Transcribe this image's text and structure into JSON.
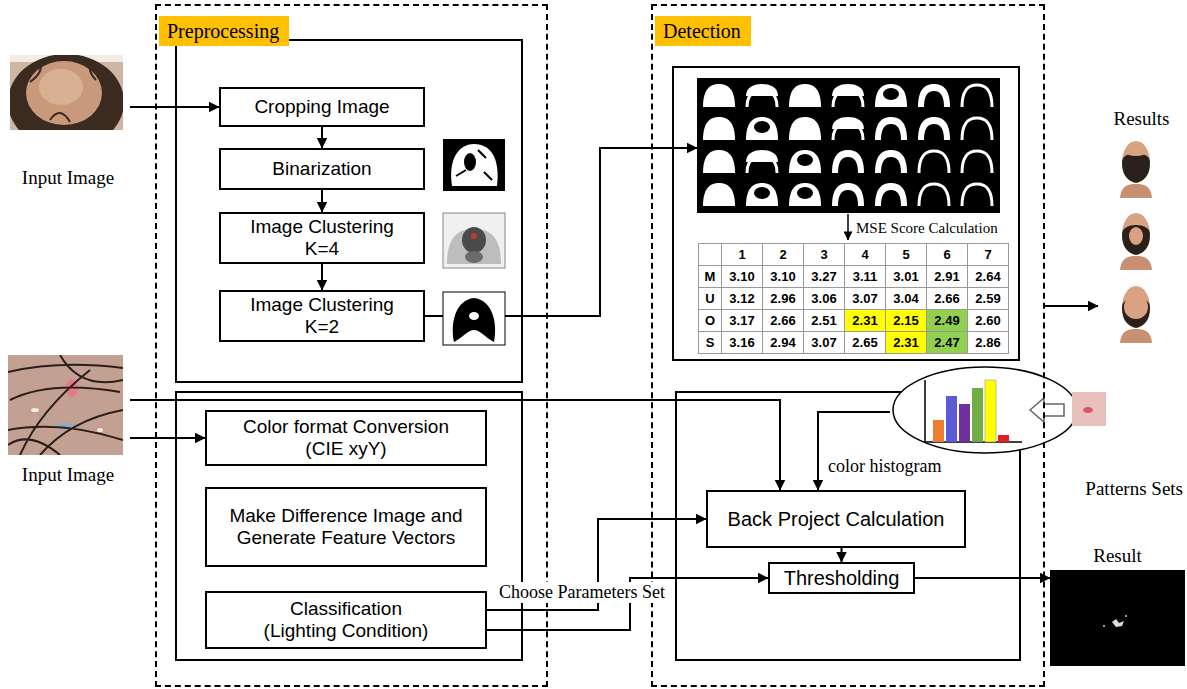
{
  "diagram": {
    "nodes": [
      {
        "text": [
          "Input Image"
        ]
      },
      {
        "text": [
          "Preprocessing"
        ]
      },
      {
        "text": [
          "Cropping Image"
        ],
        "in": 1
      },
      {
        "text": [
          "Binarization"
        ],
        "in": 1
      },
      {
        "text": [
          "Image Clustering K=4"
        ],
        "in": 1
      },
      {
        "text": [
          "Image Clustering K=2"
        ],
        "in": 1
      },
      {
        "text": [
          "Color format Conversion (CIE xyY)"
        ],
        "in": 1
      },
      {
        "text": [
          "Make Difference Image and Generate Feature Vectors"
        ],
        "in": 1
      },
      {
        "text": [
          "Classification (Lighting Condition)"
        ],
        "in": 1
      },
      {
        "text": [
          "Detection"
        ]
      },
      {
        "text": [
          "Back Project Calculation"
        ],
        "in": 9
      },
      {
        "text": [
          "Thresholding"
        ],
        "in": 9
      },
      {
        "text": [
          "Results"
        ]
      },
      {
        "text": [
          "Input Image"
        ]
      },
      {
        "text": [
          "Patterns Sets"
        ]
      },
      {
        "text": [
          "Result"
        ]
      }
    ],
    "edges": [
      {
        "from": 0,
        "to": 2,
        "arrow": "to"
      },
      {
        "from": 2,
        "to": 3,
        "arrow": "to"
      },
      {
        "from": 3,
        "to": 4,
        "arrow": "to"
      },
      {
        "from": 4,
        "to": 5,
        "arrow": "to"
      },
      {
        "from": 5,
        "to": 9,
        "arrow": "to"
      },
      {
        "from": 9,
        "to": 12,
        "arrow": "to"
      },
      {
        "from": 13,
        "to": 6,
        "arrow": "to"
      },
      {
        "from": 13,
        "to": 10,
        "arrow": "to"
      },
      {
        "from": 14,
        "to": 10,
        "label": "color histogram",
        "arrow": "to"
      },
      {
        "from": 8,
        "to": 10,
        "label": "Choose Parameters Set",
        "arrow": "to"
      },
      {
        "from": 8,
        "to": 11,
        "arrow": "to"
      },
      {
        "from": 10,
        "to": 11,
        "arrow": "to"
      },
      {
        "from": 11,
        "to": 15,
        "arrow": "to"
      }
    ],
    "labels": [
      "MSE Score Calculation",
      "1",
      "2",
      "3",
      "4",
      "5",
      "6",
      "7",
      "M",
      "3.10",
      "3.10",
      "3.27",
      "3.11",
      "3.01",
      "2.91",
      "2.64",
      "U",
      "3.12",
      "2.96",
      "3.06",
      "3.07",
      "3.04",
      "2.66",
      "2.59",
      "O",
      "3.17",
      "2.66",
      "2.51",
      "2.31",
      "2.15",
      "2.49",
      "2.60",
      "S",
      "3.16",
      "2.94",
      "3.07",
      "2.65",
      "2.31",
      "2.47",
      "2.86"
    ]
  }
}
